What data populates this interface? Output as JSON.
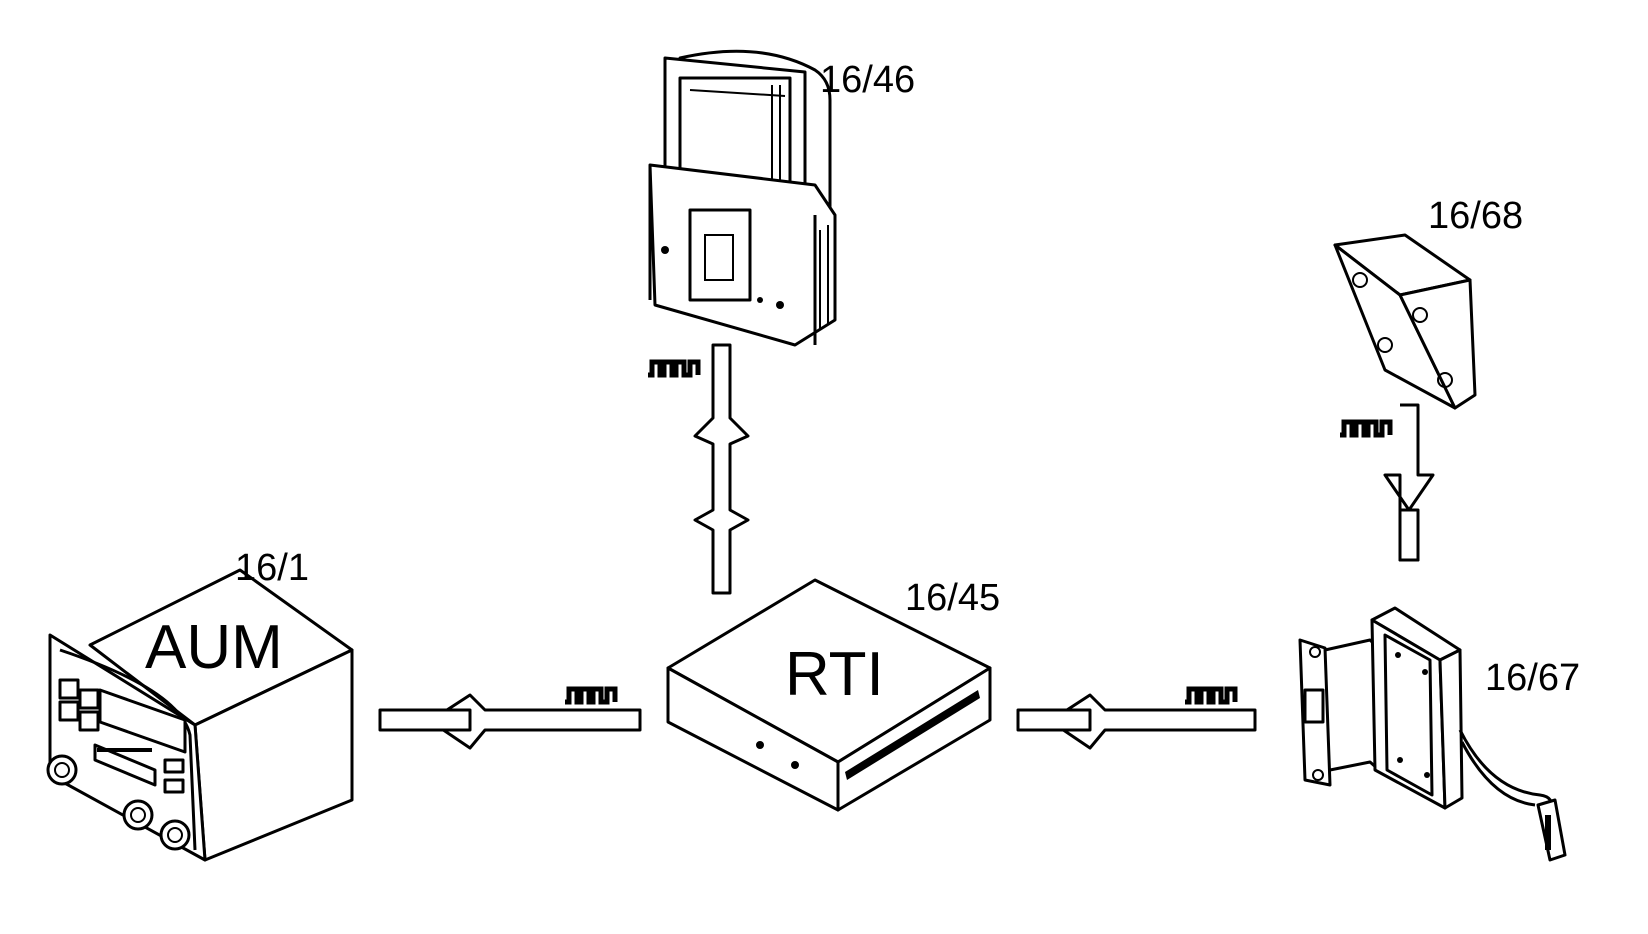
{
  "components": {
    "aum": {
      "ref": "16/1",
      "label": "AUM"
    },
    "rti": {
      "ref": "16/45",
      "label": "RTI"
    },
    "display": {
      "ref": "16/46"
    },
    "sensor": {
      "ref": "16/68"
    },
    "gyro": {
      "ref": "16/67"
    }
  },
  "colors": {
    "line": "#000000",
    "background": "#ffffff"
  },
  "icons": {
    "signal": "square-wave-signal-icon"
  }
}
